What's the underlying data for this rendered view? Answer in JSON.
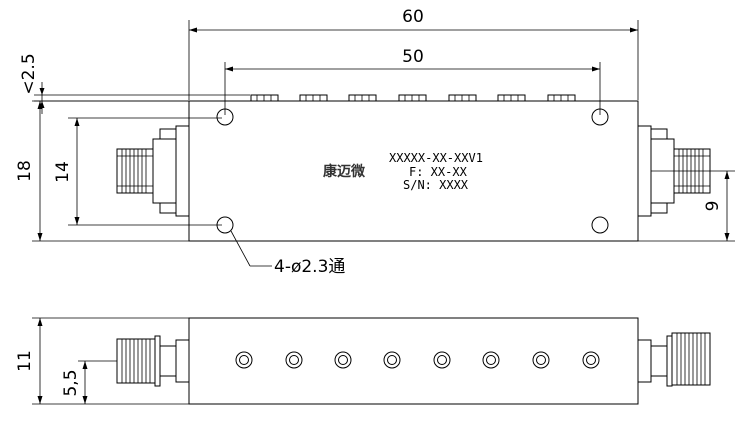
{
  "dimensions": {
    "overall_length": "60",
    "hole_spacing": "50",
    "pin_height": "<2.5",
    "body_height": "18",
    "hole_vertical_spacing": "14",
    "connector_offset": "9",
    "hole_callout": "4-ø2.3通",
    "side_height": "11",
    "side_connector_height": "5,5"
  },
  "label": {
    "brand": "康迈微",
    "model": "XXXXX-XX-XXV1",
    "frequency": "F: XX-XX",
    "serial": "S/N: XXXX"
  }
}
